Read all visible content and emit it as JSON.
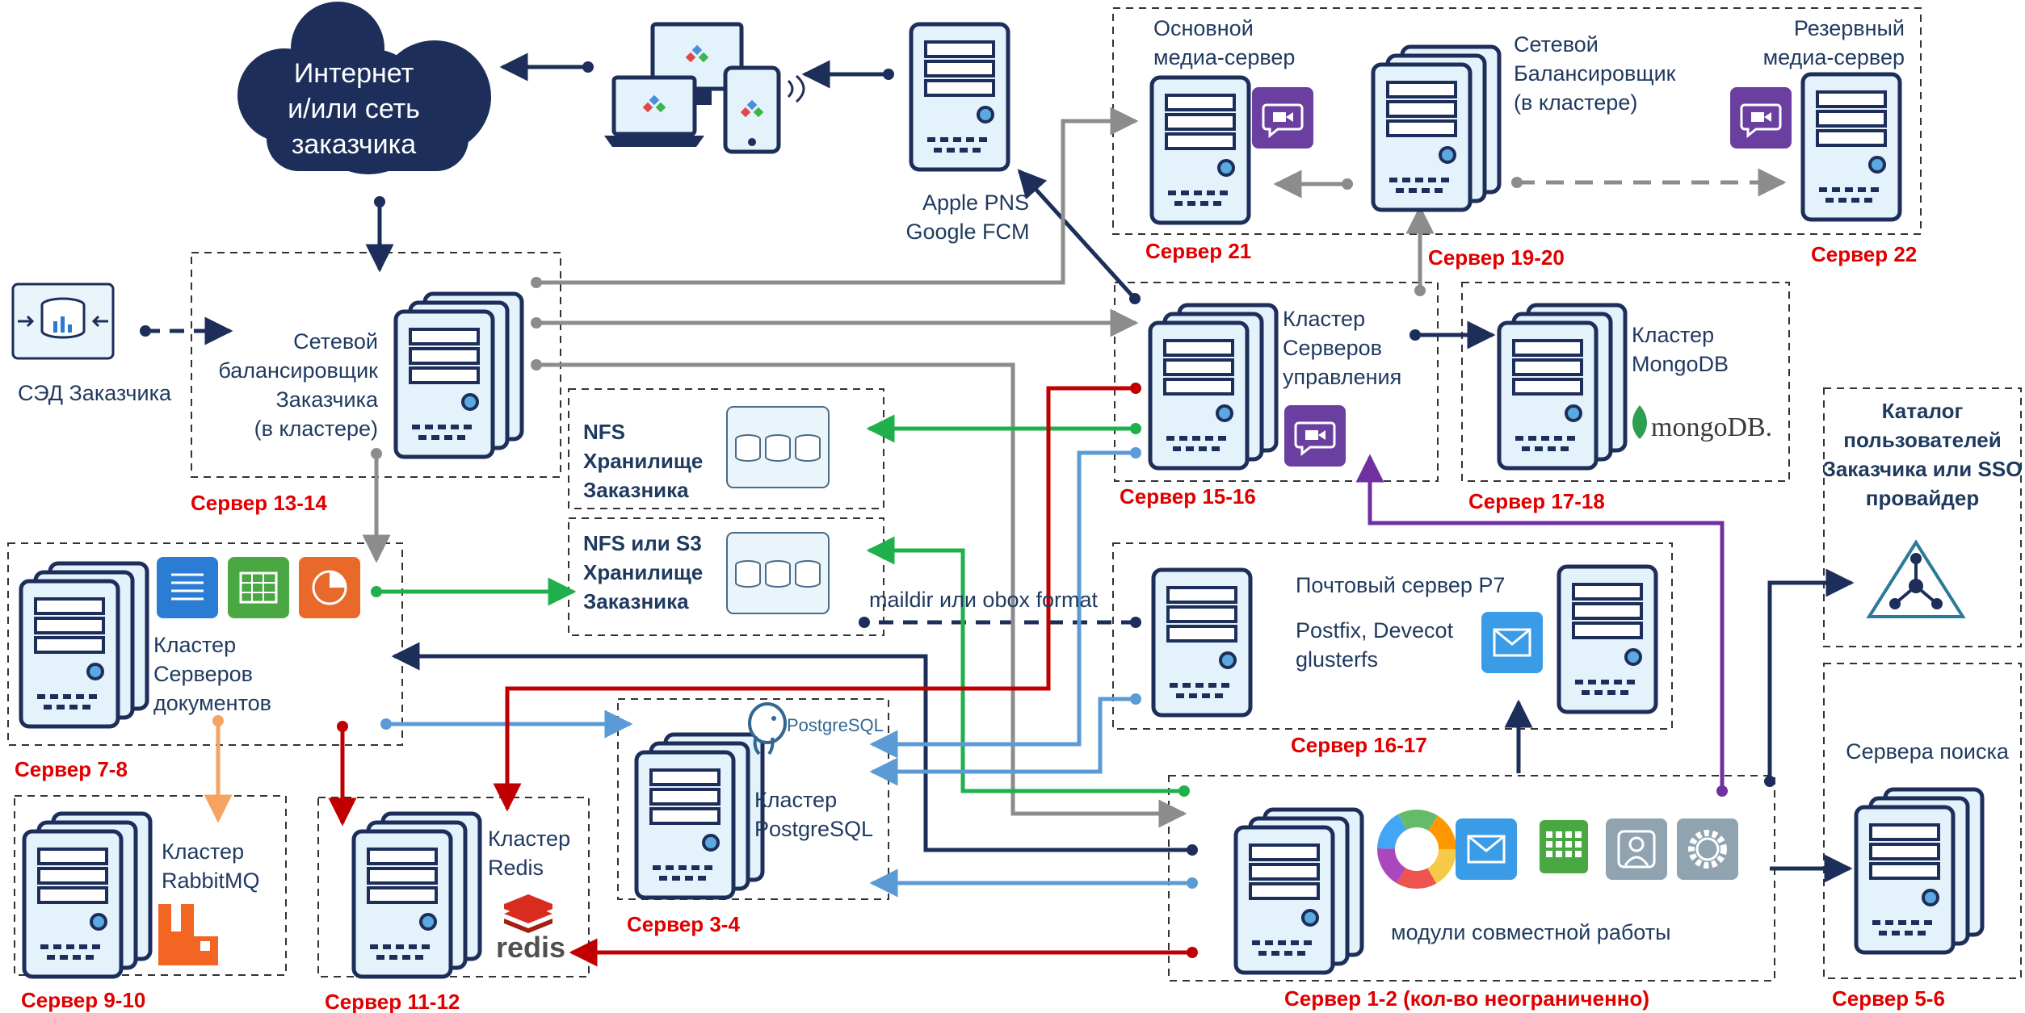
{
  "cloud": {
    "line1": "Интернет",
    "line2": "и/или сеть",
    "line3": "заказчика"
  },
  "push": {
    "line1": "Apple PNS",
    "line2": "Google FCM"
  },
  "sed": {
    "label": "СЭД Заказчика"
  },
  "balancer_customer": {
    "line1": "Сетевой",
    "line2": "балансировщик",
    "line3": "Заказчика",
    "line4": "(в кластере)",
    "server": "Сервер 13-14"
  },
  "media_main": {
    "line1": "Основной",
    "line2": "медиа-сервер",
    "server": "Сервер 21"
  },
  "media_balancer": {
    "line1": "Сетевой",
    "line2": "Балансировщик",
    "line3": "(в кластере)",
    "server": "Сервер 19-20"
  },
  "media_reserve": {
    "line1": "Резервный",
    "line2": "медиа-сервер",
    "server": "Сервер 22"
  },
  "mgmt": {
    "line1": "Кластер",
    "line2": "Серверов",
    "line3": "управления",
    "server": "Сервер 15-16"
  },
  "mongo": {
    "line1": "Кластер",
    "line2": "MongoDB",
    "logo": "mongoDB.",
    "server": "Сервер 17-18"
  },
  "catalog": {
    "line1": "Каталог",
    "line2": "пользователей",
    "line3": "Заказчика или SSO",
    "line4": "провайдер"
  },
  "nfs1": {
    "line1": "NFS",
    "line2": "Хранилище",
    "line3": "Заказника"
  },
  "nfs2": {
    "line1": "NFS или S3",
    "line2": "Хранилище",
    "line3": "Заказника"
  },
  "maildir_label": "maildir или obox format",
  "mail": {
    "line1": "Почтовый сервер Р7",
    "line2": "Postfix, Devecot",
    "line3": "glusterfs",
    "server": "Сервер 16-17"
  },
  "docs": {
    "line1": "Кластер",
    "line2": "Серверов",
    "line3": "документов",
    "server": "Сервер 7-8"
  },
  "postgres": {
    "line1": "Кластер",
    "line2": "PostgreSQL",
    "logo": "PostgreSQL",
    "server": "Сервер 3-4"
  },
  "rabbit": {
    "line1": "Кластер",
    "line2": "RabbitMQ",
    "server": "Сервер 9-10"
  },
  "redis": {
    "line1": "Кластер",
    "line2": "Redis",
    "logo": "redis",
    "server": "Сервер 11-12"
  },
  "modules": {
    "label": "модули совместной работы",
    "server": "Сервер 1-2 (кол-во неограниченно)"
  },
  "search": {
    "label": "Сервера поиска",
    "server": "Сервер 5-6"
  },
  "colors": {
    "navy": "#1c2e59",
    "gray": "#8c8c8c",
    "green": "#1fb04b",
    "lightblue": "#5b9bd5",
    "red": "#c00000",
    "purple": "#7030a0",
    "orange": "#f4a460",
    "label_red": "#e00000"
  }
}
